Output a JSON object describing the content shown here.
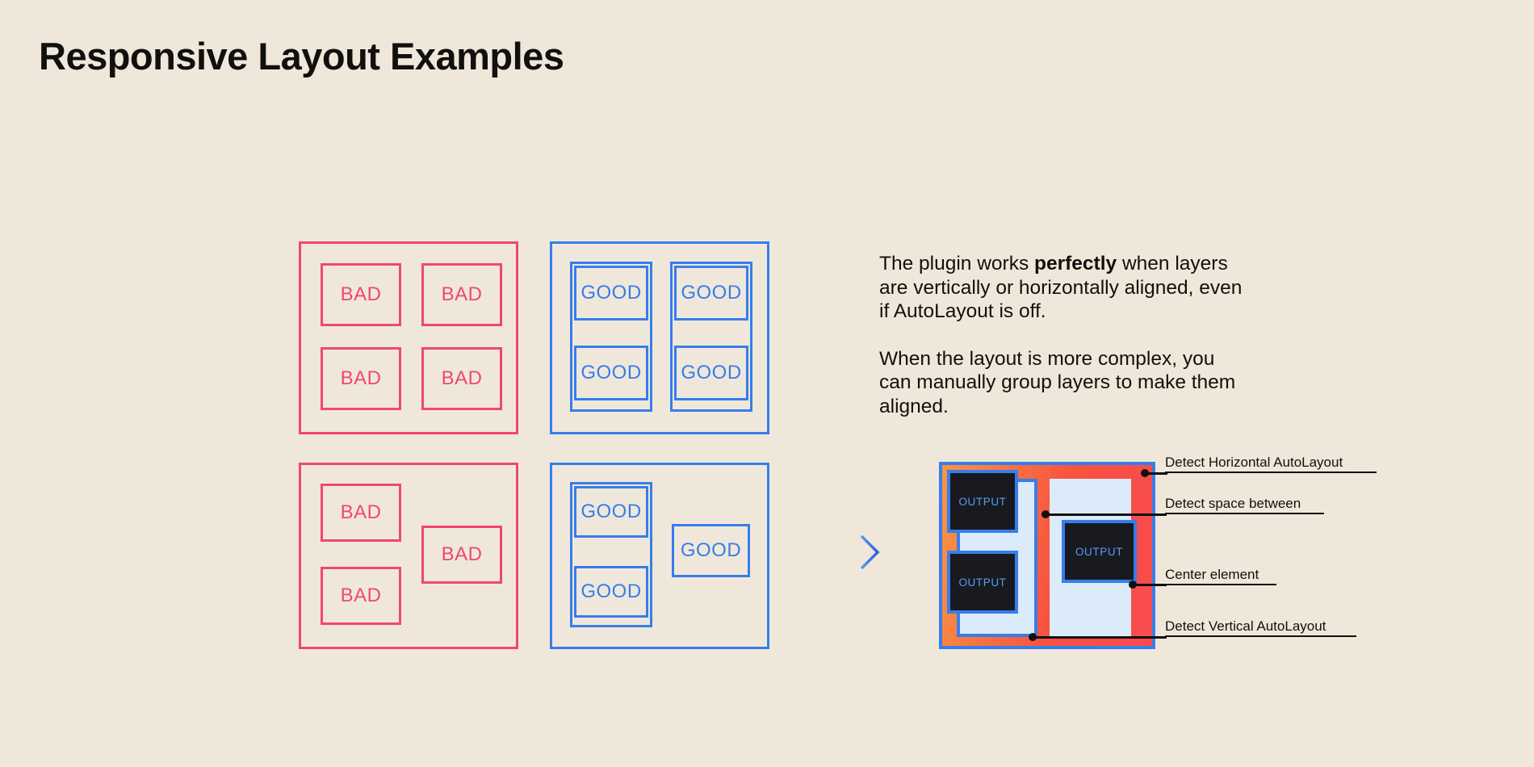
{
  "page": {
    "title": "Responsive Layout Examples",
    "background_color": "#EFE8DA",
    "text_color": "#12100E"
  },
  "colors": {
    "bad": "#F0486B",
    "good": "#377DEC",
    "mockup_border": "#377DEC",
    "mockup_fill_start": "#F79545",
    "mockup_fill_end": "#F94B50",
    "plate": "#DCEBFA",
    "output_fill": "#181A1F",
    "output_text": "#5B9BF5",
    "arrow": "#377DEC"
  },
  "examples": {
    "bad_grid": {
      "variant": "bad",
      "cells": [
        {
          "label": "BAD"
        },
        {
          "label": "BAD"
        },
        {
          "label": "BAD"
        },
        {
          "label": "BAD"
        }
      ]
    },
    "good_grid": {
      "variant": "good",
      "cells": [
        {
          "label": "GOOD"
        },
        {
          "label": "GOOD"
        },
        {
          "label": "GOOD"
        },
        {
          "label": "GOOD"
        }
      ]
    },
    "bad_complex": {
      "variant": "bad",
      "cells": [
        {
          "label": "BAD"
        },
        {
          "label": "BAD"
        },
        {
          "label": "BAD"
        }
      ]
    },
    "good_complex": {
      "variant": "good",
      "cells": [
        {
          "label": "GOOD"
        },
        {
          "label": "GOOD"
        },
        {
          "label": "GOOD"
        }
      ]
    }
  },
  "copy": {
    "p1_a": "The plugin works ",
    "p1_b": "perfectly",
    "p1_c": " when layers are vertically or horizontally aligned, even if AutoLayout is off.",
    "p2": "When the layout is more complex, you can manually group layers to make them aligned."
  },
  "arrow": {
    "name": "dashed-right-arrow",
    "style": "dashed"
  },
  "mockup": {
    "output_labels": [
      "OUTPUT",
      "OUTPUT",
      "OUTPUT"
    ],
    "callouts": [
      {
        "label": "Detect Horizontal AutoLayout"
      },
      {
        "label": "Detect space between"
      },
      {
        "label": "Center element"
      },
      {
        "label": "Detect Vertical AutoLayout"
      }
    ]
  }
}
